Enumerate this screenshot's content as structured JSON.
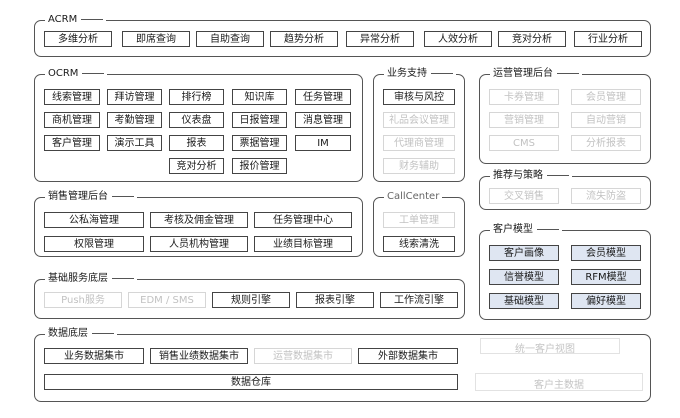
{
  "acrm": {
    "title": "ACRM",
    "items": [
      "多维分析",
      "即席查询",
      "自助查询",
      "趋势分析",
      "异常分析",
      "人效分析",
      "竞对分析",
      "行业分析"
    ]
  },
  "ocrm": {
    "title": "OCRM",
    "items": [
      "线索管理",
      "拜访管理",
      "排行榜",
      "知识库",
      "任务管理",
      "商机管理",
      "考勤管理",
      "仪表盘",
      "日报管理",
      "消息管理",
      "客户管理",
      "演示工具",
      "报表",
      "票据管理",
      "IM",
      "竞对分析",
      "报价管理"
    ]
  },
  "business_support": {
    "title": "业务支持",
    "items": [
      "审核与风控",
      "礼品会议管理",
      "代理商管理",
      "财务辅助"
    ]
  },
  "ops_backend": {
    "title": "运营管理后台",
    "items": [
      "卡券管理",
      "会员管理",
      "营销管理",
      "自动营销",
      "CMS",
      "分析报表"
    ]
  },
  "recommend": {
    "title": "推荐与策略",
    "items": [
      "交叉销售",
      "流失防盗"
    ]
  },
  "sales_backend": {
    "title": "销售管理后台",
    "items": [
      "公私海管理",
      "考核及佣金管理",
      "任务管理中心",
      "权限管理",
      "人员机构管理",
      "业绩目标管理"
    ]
  },
  "callcenter": {
    "title": "CallCenter",
    "items": [
      "工单管理",
      "线索清洗"
    ]
  },
  "customer_model": {
    "title": "客户模型",
    "items": [
      "客户画像",
      "会员模型",
      "信誉模型",
      "RFM模型",
      "基础模型",
      "偏好模型"
    ]
  },
  "base_service": {
    "title": "基础服务底层",
    "items": [
      "Push服务",
      "EDM / SMS",
      "规则引擎",
      "报表引擎",
      "工作流引擎"
    ]
  },
  "data_layer": {
    "title": "数据底层",
    "items": [
      "业务数据集市",
      "销售业绩数据集市",
      "运营数据集市",
      "外部数据集市",
      "数据仓库"
    ],
    "unified_view": "统一客户视图",
    "customer_master": "客户主数据"
  }
}
